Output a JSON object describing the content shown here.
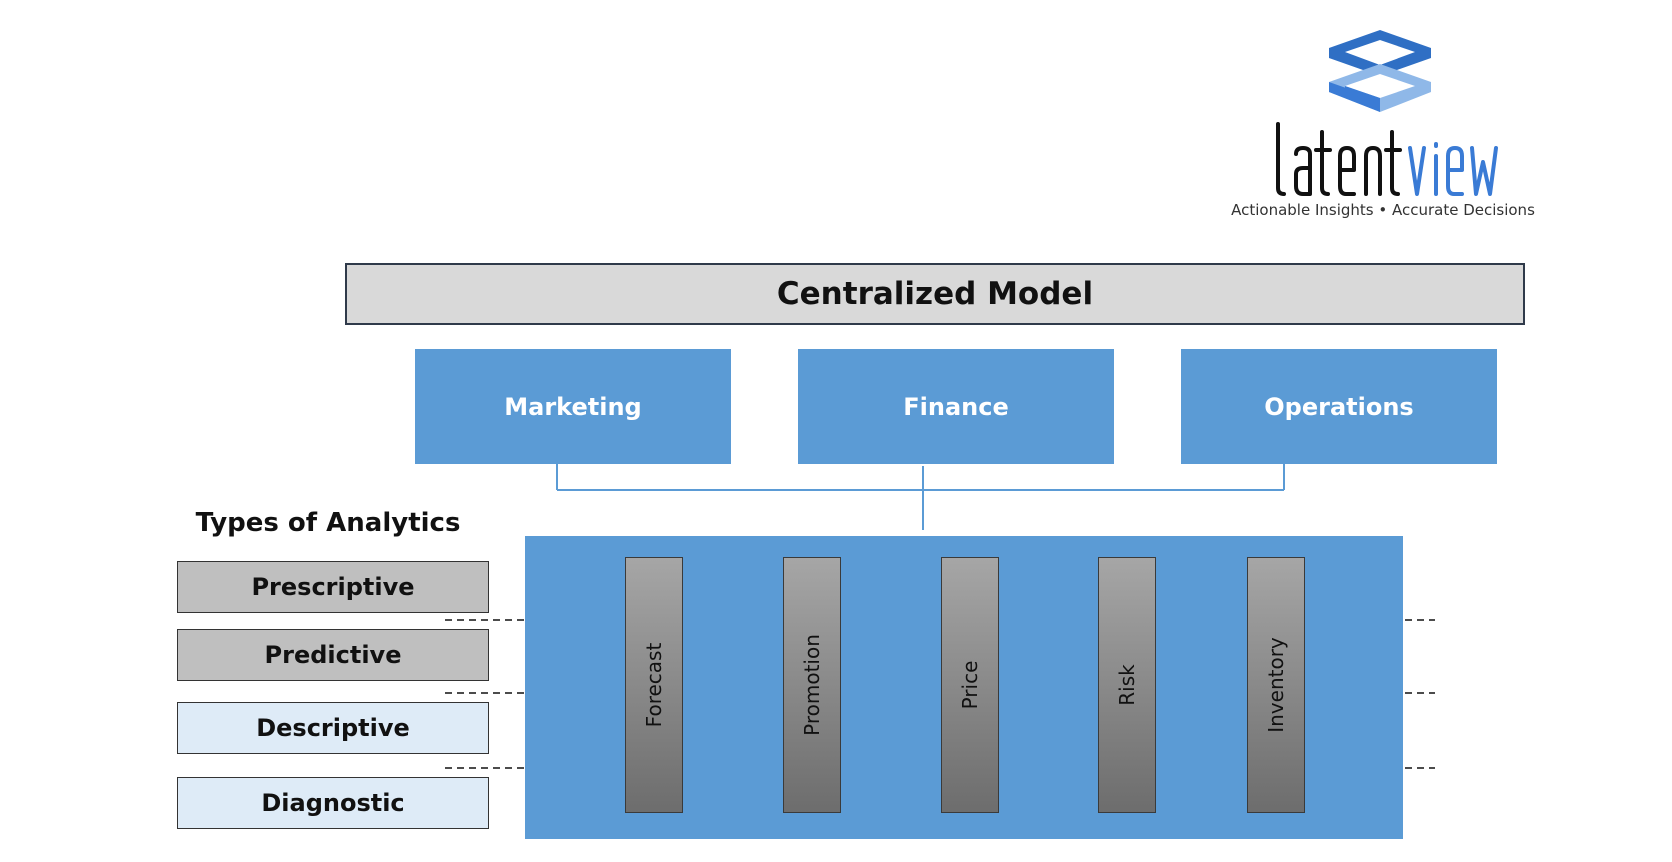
{
  "logo": {
    "word_part1": "latent",
    "word_part2": "view",
    "tagline": "Actionable Insights • Accurate Decisions",
    "colors": {
      "dark": "#111111",
      "blue": "#3a7bd5",
      "light_blue": "#8fb8e8"
    }
  },
  "central_model": {
    "label": "Centralized Model"
  },
  "departments": [
    {
      "label": "Marketing"
    },
    {
      "label": "Finance"
    },
    {
      "label": "Operations"
    }
  ],
  "analytics_types": {
    "title": "Types of Analytics",
    "items": [
      {
        "label": "Prescriptive"
      },
      {
        "label": "Predictive"
      },
      {
        "label": "Descriptive"
      },
      {
        "label": "Diagnostic"
      }
    ]
  },
  "functions": [
    {
      "label": "Forecast"
    },
    {
      "label": "Promotion"
    },
    {
      "label": "Price"
    },
    {
      "label": "Risk"
    },
    {
      "label": "Inventory"
    }
  ],
  "colors": {
    "panel_blue": "#5b9bd5",
    "central_gray": "#d9d9d9",
    "type_dark": "#bfbfbf",
    "type_light": "#deebf7",
    "connector": "#5b9bd5"
  }
}
